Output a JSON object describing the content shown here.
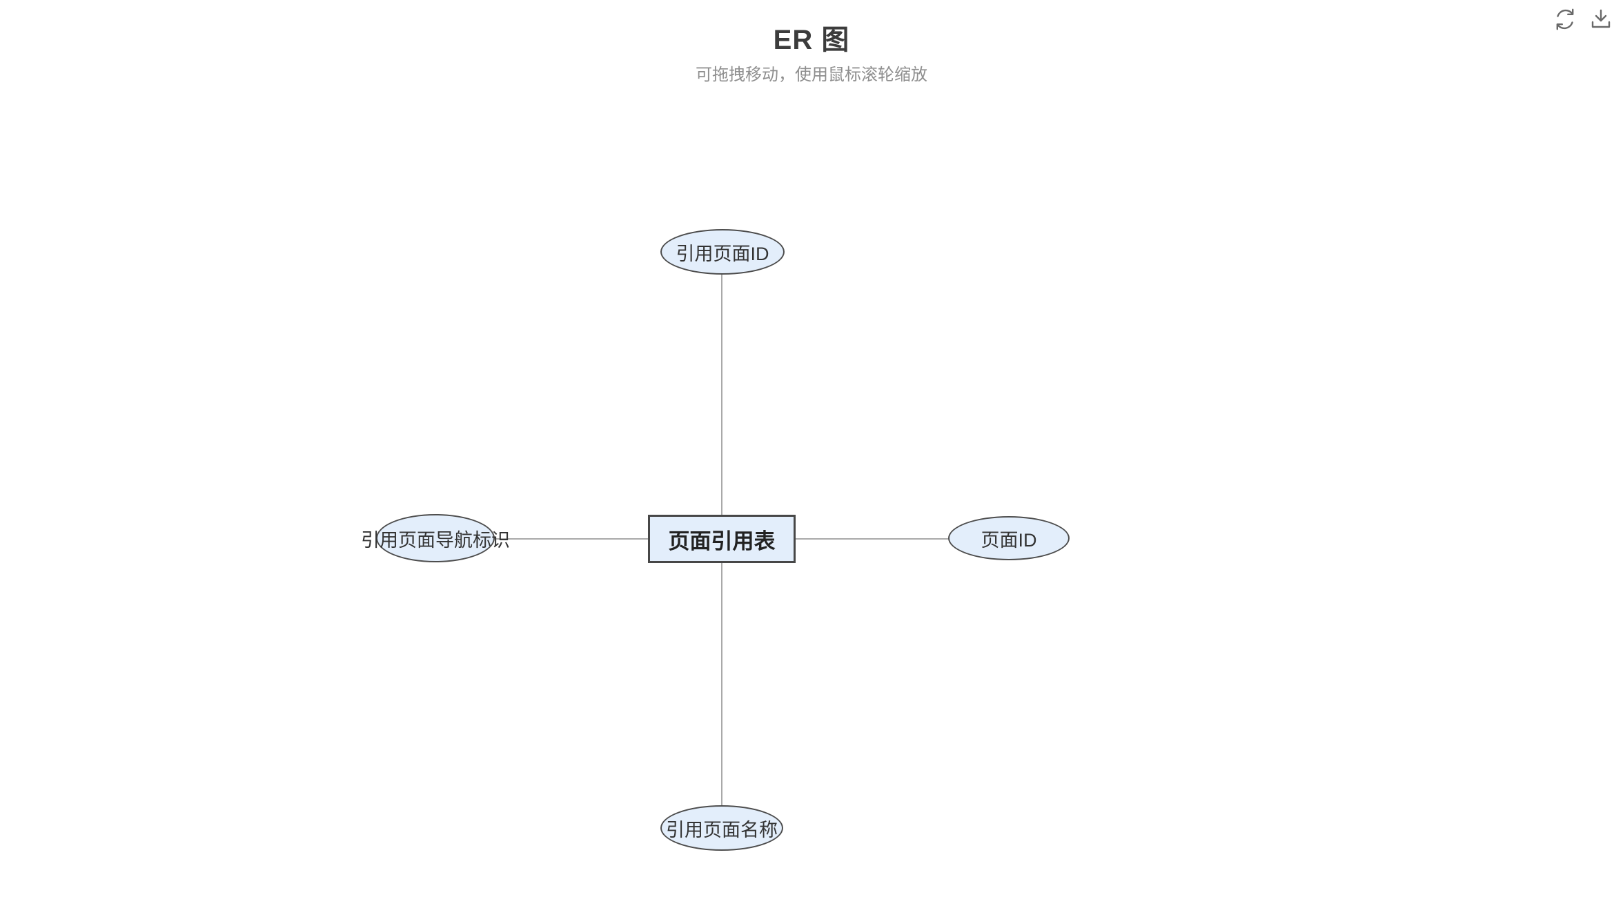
{
  "header": {
    "title": "ER 图",
    "subtitle": "可拖拽移动，使用鼠标滚轮缩放"
  },
  "toolbar": {
    "refresh_icon": "refresh-icon",
    "download_icon": "download-icon"
  },
  "colors": {
    "node_fill": "#e3eefb",
    "attribute_border": "#4d4d4d",
    "entity_border": "#474747",
    "connector_line": "#a9a9a9",
    "title_text": "#3c3c3c",
    "subtitle_text": "#8e8e8e",
    "icon_stroke": "#696969"
  },
  "diagram": {
    "entity": {
      "label": "页面引用表"
    },
    "attributes": [
      {
        "position": "top",
        "label": "引用页面ID"
      },
      {
        "position": "left",
        "label": "引用页面导航标识"
      },
      {
        "position": "right",
        "label": "页面ID"
      },
      {
        "position": "bottom",
        "label": "引用页面名称"
      }
    ]
  }
}
